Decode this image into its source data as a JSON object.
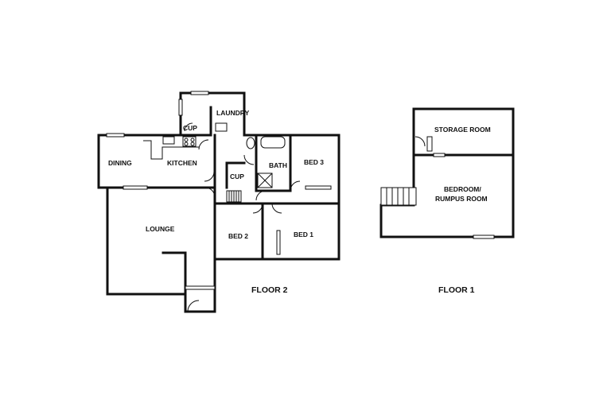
{
  "floors": [
    {
      "label": "FLOOR 2",
      "rooms": {
        "laundry": "LAUNDRY",
        "cupboard_kitchen": "CUP",
        "dining": "DINING",
        "kitchen": "KITCHEN",
        "bath": "BATH",
        "bed3": "BED 3",
        "cupboard_hall": "CUP",
        "lounge": "LOUNGE",
        "bed2": "BED 2",
        "bed1": "BED 1"
      }
    },
    {
      "label": "FLOOR 1",
      "rooms": {
        "storage": "STORAGE ROOM",
        "bedroom_line1": "BEDROOM/",
        "bedroom_line2": "RUMPUS ROOM"
      }
    }
  ]
}
